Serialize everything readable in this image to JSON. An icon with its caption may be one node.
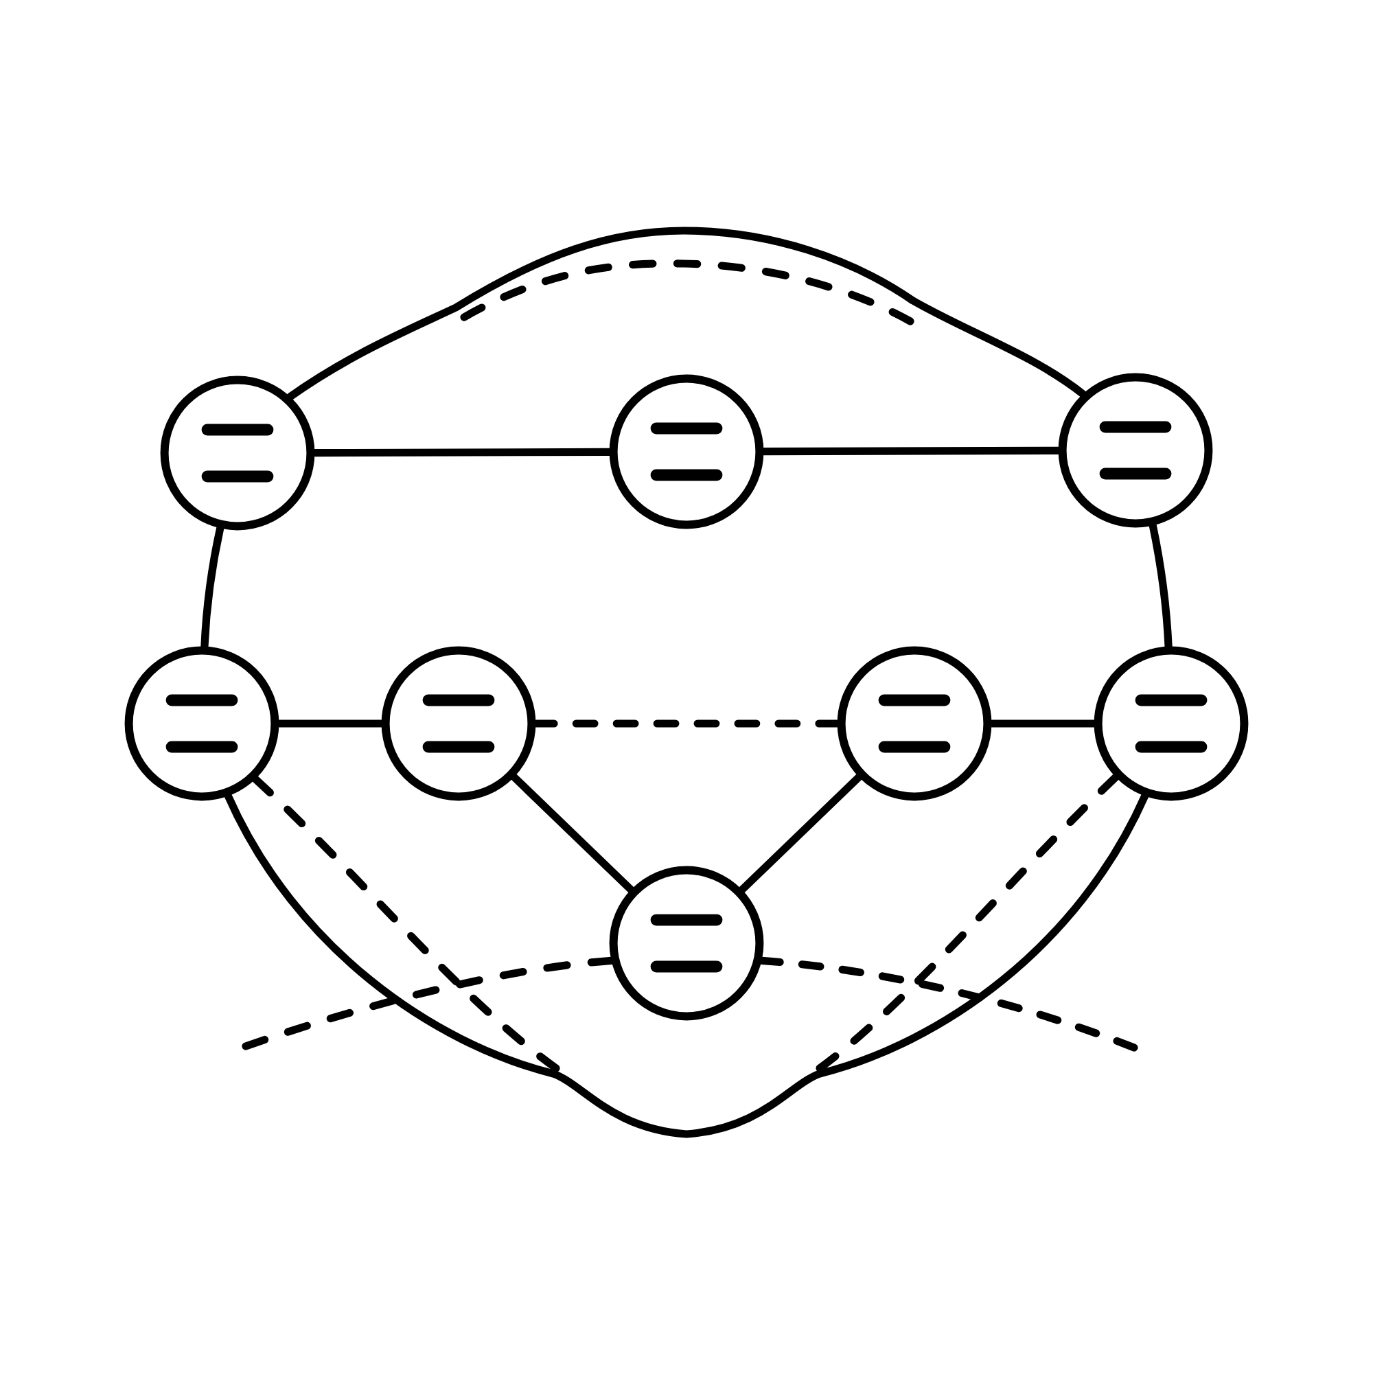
{
  "diagram": {
    "nodes": [
      {
        "text": [],
        "shape": "circle"
      },
      {
        "text": [],
        "shape": "circle"
      },
      {
        "text": [],
        "shape": "circle"
      },
      {
        "text": [],
        "shape": "circle"
      },
      {
        "text": [],
        "shape": "circle"
      },
      {
        "text": [],
        "shape": "circle"
      },
      {
        "text": [],
        "shape": "circle"
      },
      {
        "text": [],
        "shape": "circle"
      }
    ],
    "edges": [
      {
        "from": 0,
        "to": 1,
        "arrow": "none"
      },
      {
        "from": 1,
        "to": 2,
        "arrow": "none"
      },
      {
        "from": 0,
        "to": 2,
        "arrow": "none"
      },
      {
        "from": 0,
        "to": 3,
        "arrow": "none"
      },
      {
        "from": 2,
        "to": 6,
        "arrow": "none"
      },
      {
        "from": 3,
        "to": 4,
        "arrow": "none"
      },
      {
        "from": 4,
        "to": 5,
        "arrow": "none",
        "style": "dashed"
      },
      {
        "from": 5,
        "to": 6,
        "arrow": "none"
      },
      {
        "from": 4,
        "to": 7,
        "arrow": "none"
      },
      {
        "from": 5,
        "to": 7,
        "arrow": "none"
      },
      {
        "from": 3,
        "to": 6,
        "arrow": "none"
      },
      {
        "from": 3,
        "to": null,
        "arrow": "none",
        "style": "dashed"
      },
      {
        "from": 6,
        "to": null,
        "arrow": "none",
        "style": "dashed"
      },
      {
        "from": null,
        "to": 7,
        "arrow": "none",
        "style": "dashed"
      },
      {
        "from": 7,
        "to": null,
        "arrow": "none",
        "style": "dashed"
      }
    ]
  }
}
